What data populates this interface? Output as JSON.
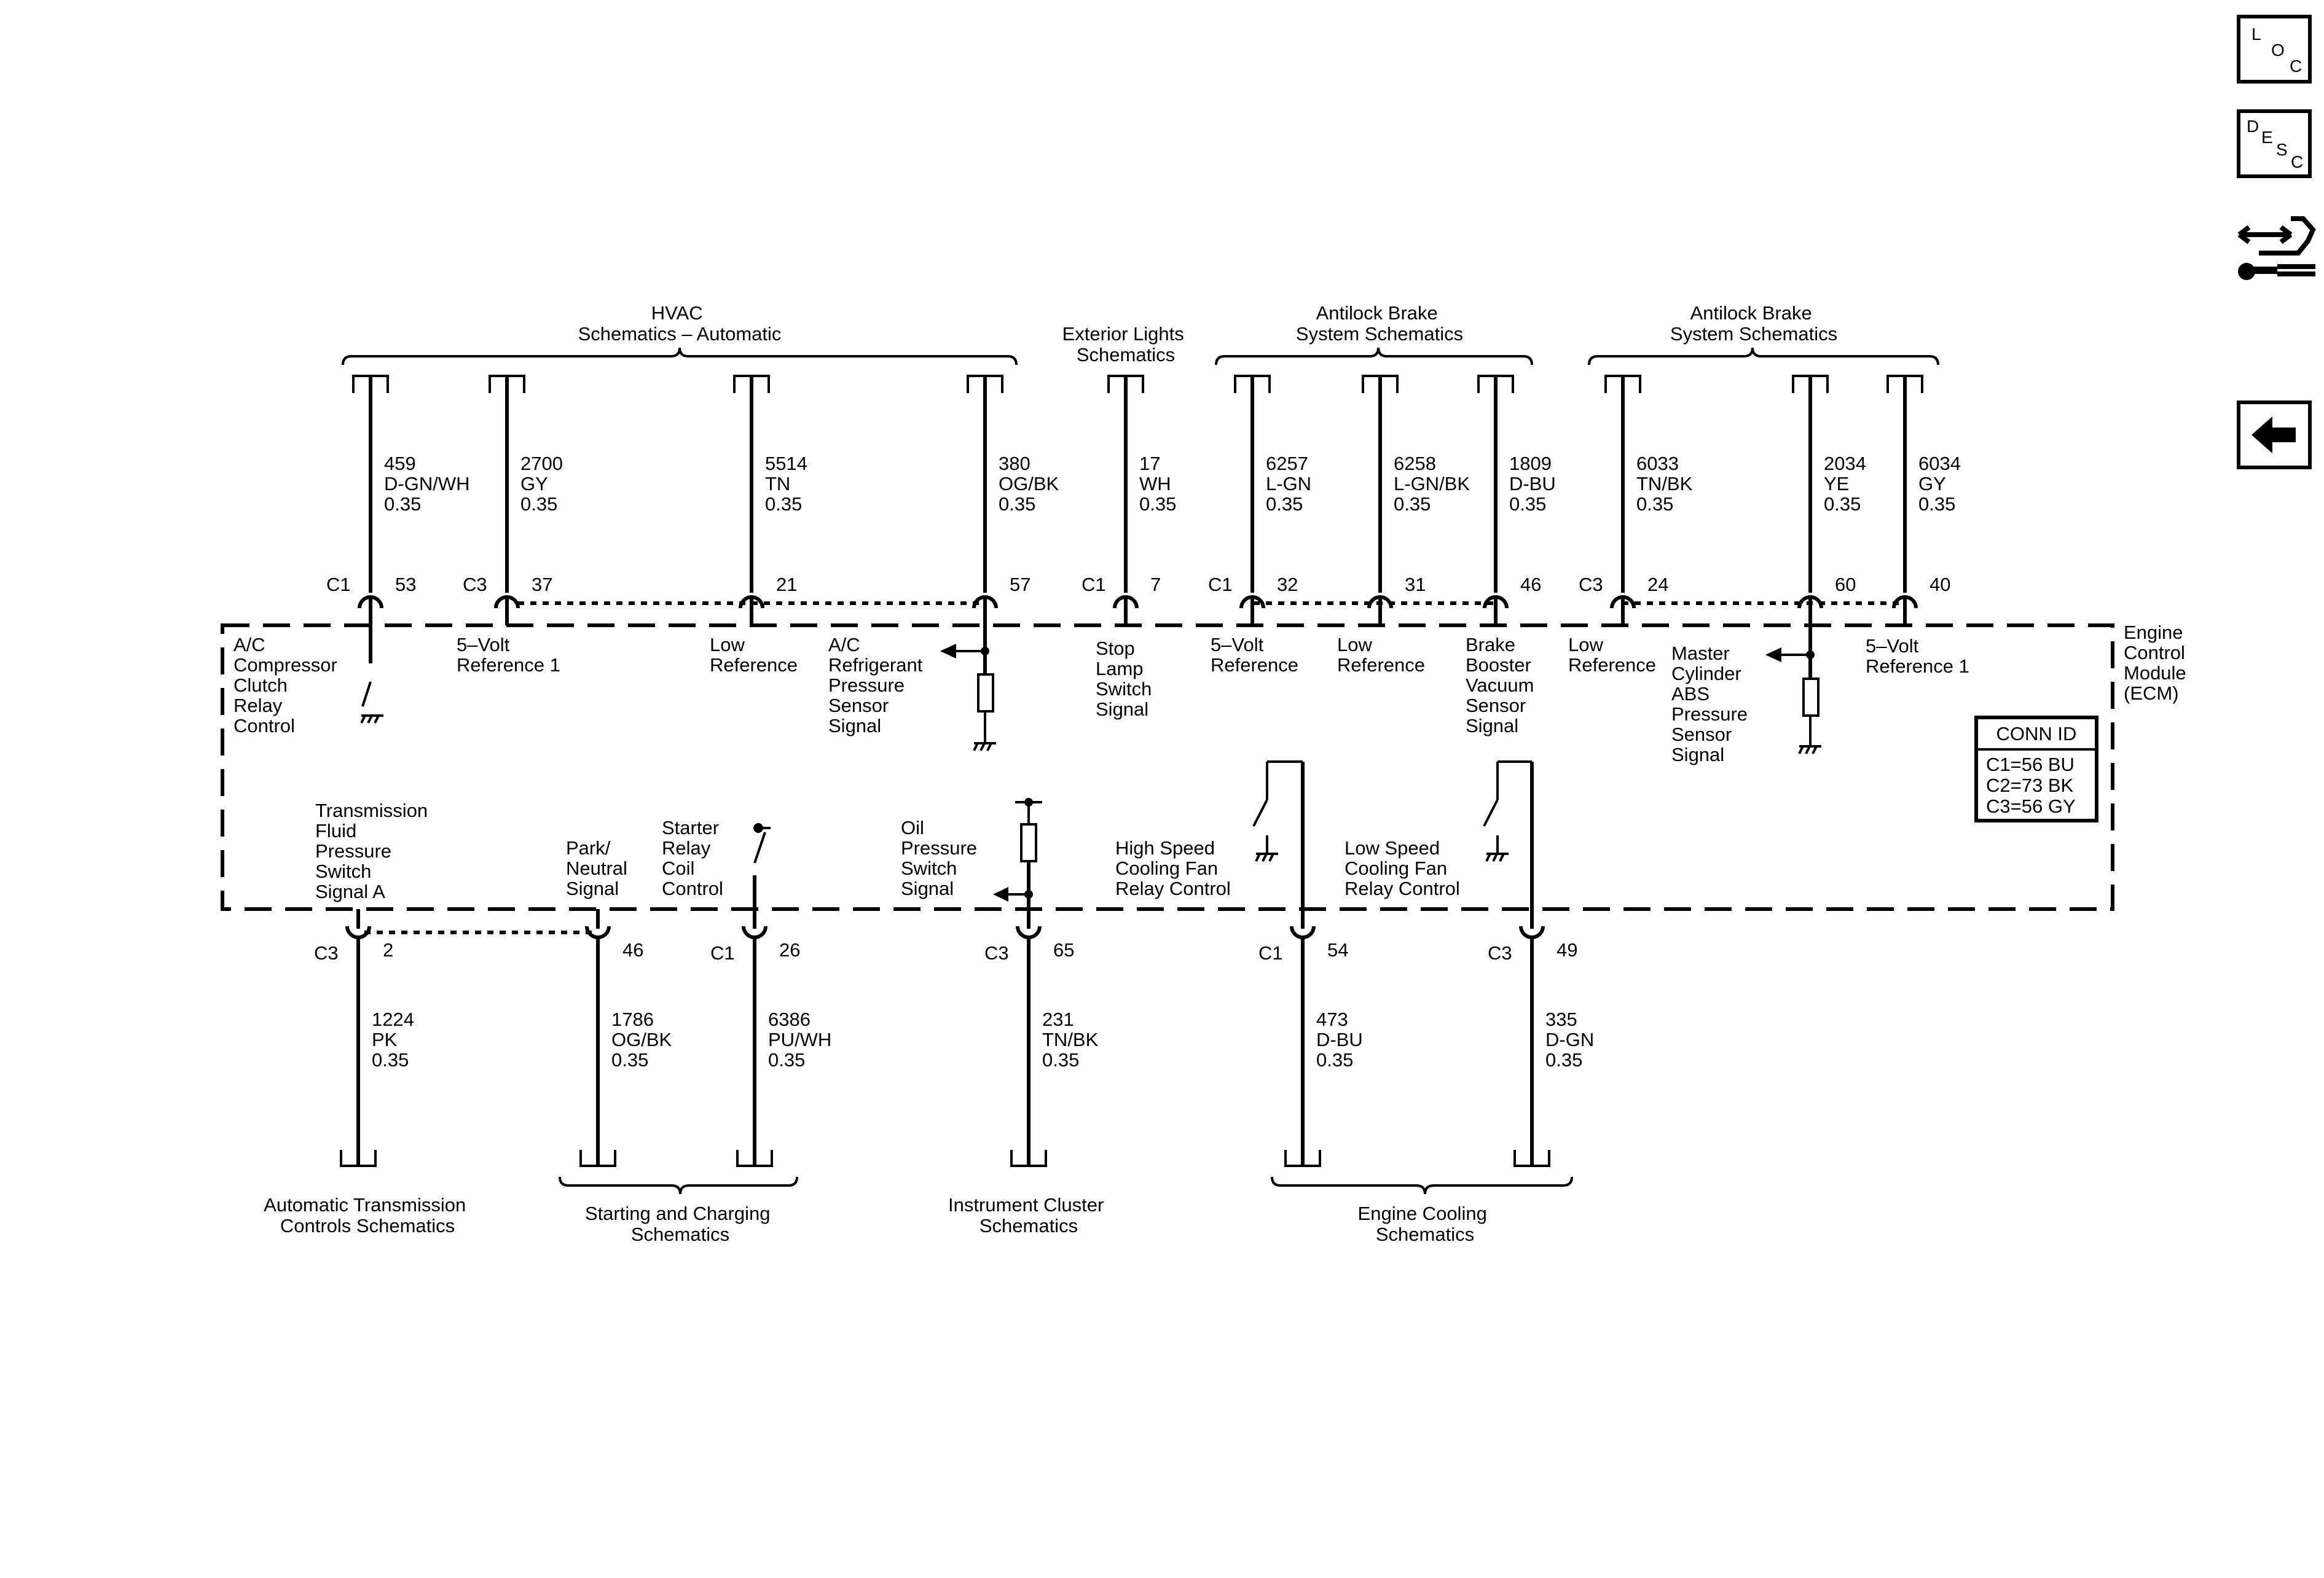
{
  "nav": {
    "loc_letters": [
      "L",
      "O",
      "C"
    ],
    "desc_letters": [
      "D",
      "E",
      "S",
      "C"
    ],
    "back_icon": "back-arrow-icon",
    "link_icon": "connector-link-icon"
  },
  "module": {
    "name_lines": [
      "Engine",
      "Control",
      "Module",
      "(ECM)"
    ]
  },
  "conn_id": {
    "title": "CONN ID",
    "rows": [
      "C1=56 BU",
      "C2=73 BK",
      "C3=56 GY"
    ]
  },
  "top_groups": [
    {
      "lines": [
        "HVAC",
        "Schematics – Automatic"
      ]
    },
    {
      "lines": [
        "Exterior Lights",
        "Schematics"
      ]
    },
    {
      "lines": [
        "Antilock Brake",
        "System Schematics"
      ]
    },
    {
      "lines": [
        "Antilock Brake",
        "System Schematics"
      ]
    }
  ],
  "top_circuits": [
    {
      "wire": [
        "459",
        "D-GN/WH",
        "0.35"
      ],
      "conn": "C1",
      "pin": "53",
      "label": [
        "A/C",
        "Compressor",
        "Clutch",
        "Relay",
        "Control"
      ]
    },
    {
      "wire": [
        "2700",
        "GY",
        "0.35"
      ],
      "conn": "C3",
      "pin": "37",
      "label": [
        "5–Volt",
        "Reference 1"
      ]
    },
    {
      "wire": [
        "5514",
        "TN",
        "0.35"
      ],
      "conn": "",
      "pin": "21",
      "label": [
        "Low",
        "Reference"
      ]
    },
    {
      "wire": [
        "380",
        "OG/BK",
        "0.35"
      ],
      "conn": "",
      "pin": "57",
      "label": [
        "A/C",
        "Refrigerant",
        "Pressure",
        "Sensor",
        "Signal"
      ]
    },
    {
      "wire": [
        "17",
        "WH",
        "0.35"
      ],
      "conn": "C1",
      "pin": "7",
      "label": [
        "Stop",
        "Lamp",
        "Switch",
        "Signal"
      ]
    },
    {
      "wire": [
        "6257",
        "L-GN",
        "0.35"
      ],
      "conn": "C1",
      "pin": "32",
      "label": [
        "5–Volt",
        "Reference"
      ]
    },
    {
      "wire": [
        "6258",
        "L-GN/BK",
        "0.35"
      ],
      "conn": "",
      "pin": "31",
      "label": [
        "Low",
        "Reference"
      ]
    },
    {
      "wire": [
        "1809",
        "D-BU",
        "0.35"
      ],
      "conn": "",
      "pin": "46",
      "label": [
        "Brake",
        "Booster",
        "Vacuum",
        "Sensor",
        "Signal"
      ]
    },
    {
      "wire": [
        "6033",
        "TN/BK",
        "0.35"
      ],
      "conn": "C3",
      "pin": "24",
      "label": [
        "Low",
        "Reference"
      ]
    },
    {
      "wire": [
        "2034",
        "YE",
        "0.35"
      ],
      "conn": "",
      "pin": "60",
      "label": [
        "Master",
        "Cylinder",
        "ABS",
        "Pressure",
        "Sensor",
        "Signal"
      ]
    },
    {
      "wire": [
        "6034",
        "GY",
        "0.35"
      ],
      "conn": "",
      "pin": "40",
      "label": [
        "5–Volt",
        "Reference 1"
      ]
    }
  ],
  "bottom_circuits": [
    {
      "wire": [
        "1224",
        "PK",
        "0.35"
      ],
      "conn": "C3",
      "pin": "2",
      "label": [
        "Transmission",
        "Fluid",
        "Pressure",
        "Switch",
        "Signal A"
      ]
    },
    {
      "wire": [
        "1786",
        "OG/BK",
        "0.35"
      ],
      "conn": "",
      "pin": "46",
      "label": [
        "Park/",
        "Neutral",
        "Signal"
      ]
    },
    {
      "wire": [
        "6386",
        "PU/WH",
        "0.35"
      ],
      "conn": "C1",
      "pin": "26",
      "label": [
        "Starter",
        "Relay",
        "Coil",
        "Control"
      ]
    },
    {
      "wire": [
        "231",
        "TN/BK",
        "0.35"
      ],
      "conn": "C3",
      "pin": "65",
      "label": [
        "Oil",
        "Pressure",
        "Switch",
        "Signal"
      ]
    },
    {
      "wire": [
        "473",
        "D-BU",
        "0.35"
      ],
      "conn": "C1",
      "pin": "54",
      "label": [
        "High Speed",
        "Cooling Fan",
        "Relay Control"
      ]
    },
    {
      "wire": [
        "335",
        "D-GN",
        "0.35"
      ],
      "conn": "C3",
      "pin": "49",
      "label": [
        "Low Speed",
        "Cooling Fan",
        "Relay Control"
      ]
    }
  ],
  "bottom_groups": [
    {
      "lines": [
        "Automatic Transmission",
        "Controls Schematics"
      ]
    },
    {
      "lines": [
        "Starting and Charging",
        "Schematics"
      ]
    },
    {
      "lines": [
        "Instrument Cluster",
        "Schematics"
      ]
    },
    {
      "lines": [
        "Engine Cooling",
        "Schematics"
      ]
    }
  ]
}
